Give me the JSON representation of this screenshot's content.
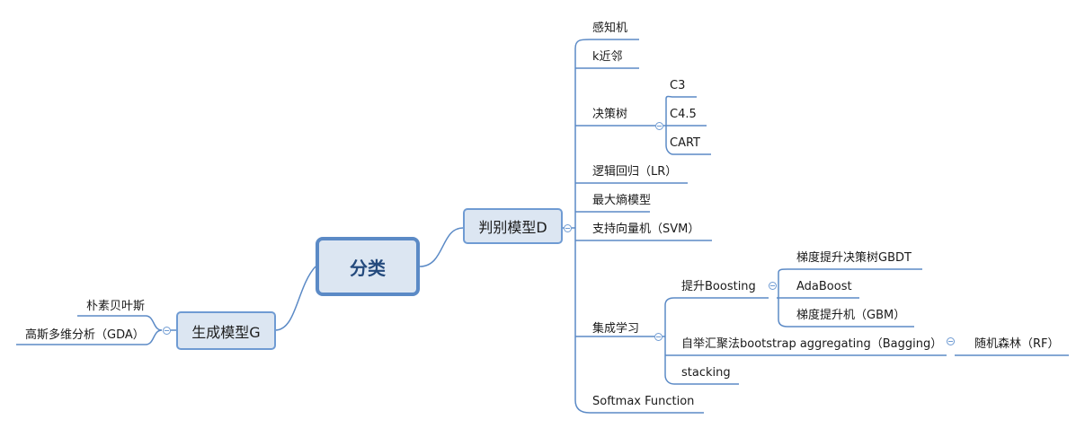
{
  "root": {
    "label": "分类"
  },
  "generative": {
    "label": "生成模型G",
    "items": [
      "朴素贝叶斯",
      "高斯多维分析（GDA）"
    ]
  },
  "discriminative": {
    "label": "判别模型D",
    "items": {
      "perceptron": "感知机",
      "knn": "k近邻",
      "tree": {
        "label": "决策树",
        "children": [
          "C3",
          "C4.5",
          "CART"
        ]
      },
      "lr": "逻辑回归（LR）",
      "maxent": "最大熵模型",
      "svm": "支持向量机（SVM）",
      "ensemble": {
        "label": "集成学习",
        "boosting": {
          "label": "提升Boosting",
          "children": [
            "梯度提升决策树GBDT",
            "AdaBoost",
            "梯度提升机（GBM）"
          ]
        },
        "bagging": {
          "label": "自举汇聚法bootstrap aggregating（Bagging）",
          "children": [
            "随机森林（RF）"
          ]
        },
        "stacking": "stacking"
      },
      "softmax": "Softmax Function"
    }
  },
  "colors": {
    "line": "#5b8ac6",
    "node_fill": "#dce6f2",
    "root_text": "#244a7d"
  }
}
